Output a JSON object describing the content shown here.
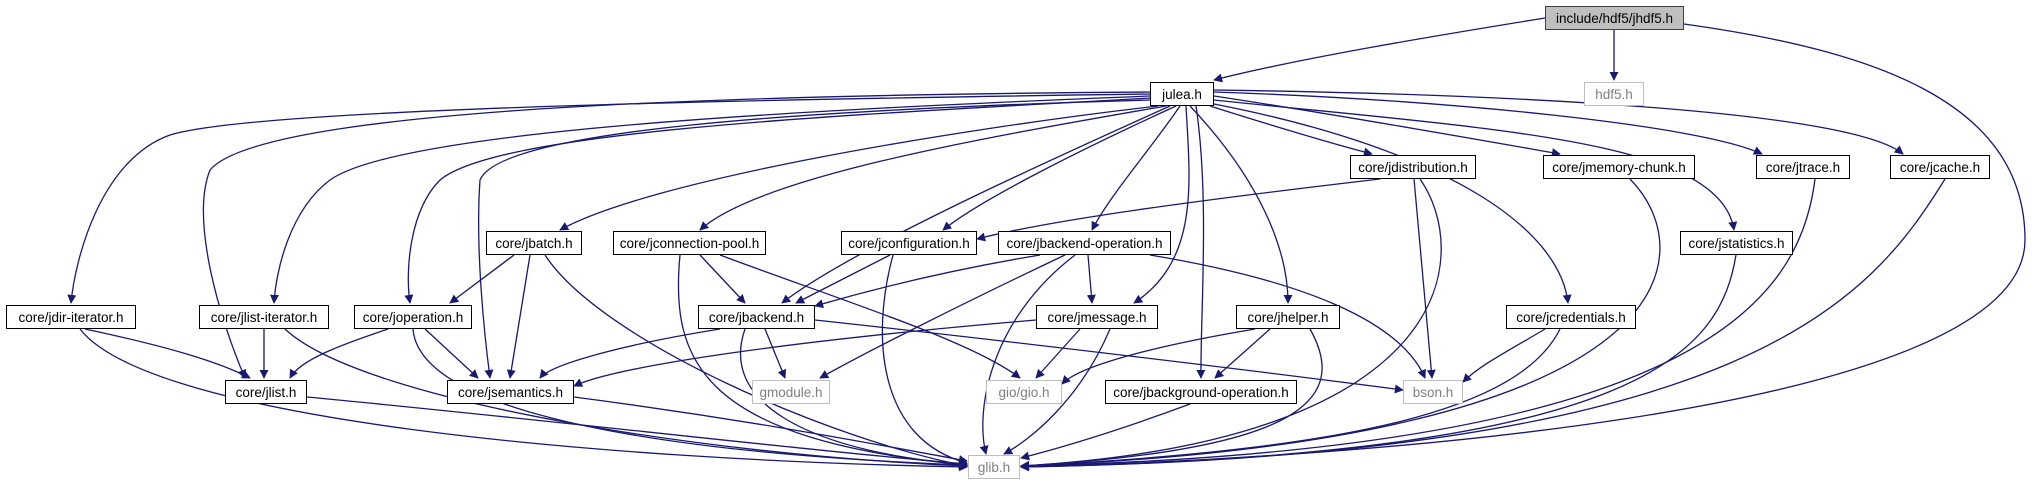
{
  "edge_color": "#191970",
  "root_fill": "#bfbfbf",
  "external_color": "#bfbfbf",
  "nodes": {
    "root": "include/hdf5/jhdf5.h",
    "julea": "julea.h",
    "hdf5": "hdf5.h",
    "jdistribution": "core/jdistribution.h",
    "jmemory_chunk": "core/jmemory-chunk.h",
    "jtrace": "core/jtrace.h",
    "jcache": "core/jcache.h",
    "jbatch": "core/jbatch.h",
    "jconnection_pool": "core/jconnection-pool.h",
    "jconfiguration": "core/jconfiguration.h",
    "jbackend_operation": "core/jbackend-operation.h",
    "jstatistics": "core/jstatistics.h",
    "jdir_iterator": "core/jdir-iterator.h",
    "jlist_iterator": "core/jlist-iterator.h",
    "joperation": "core/joperation.h",
    "jbackend": "core/jbackend.h",
    "jmessage": "core/jmessage.h",
    "jhelper": "core/jhelper.h",
    "jcredentials": "core/jcredentials.h",
    "jlist": "core/jlist.h",
    "jsemantics": "core/jsemantics.h",
    "gmodule": "gmodule.h",
    "gio": "gio/gio.h",
    "jbackground_operation": "core/jbackground-operation.h",
    "bson": "bson.h",
    "glib": "glib.h"
  }
}
